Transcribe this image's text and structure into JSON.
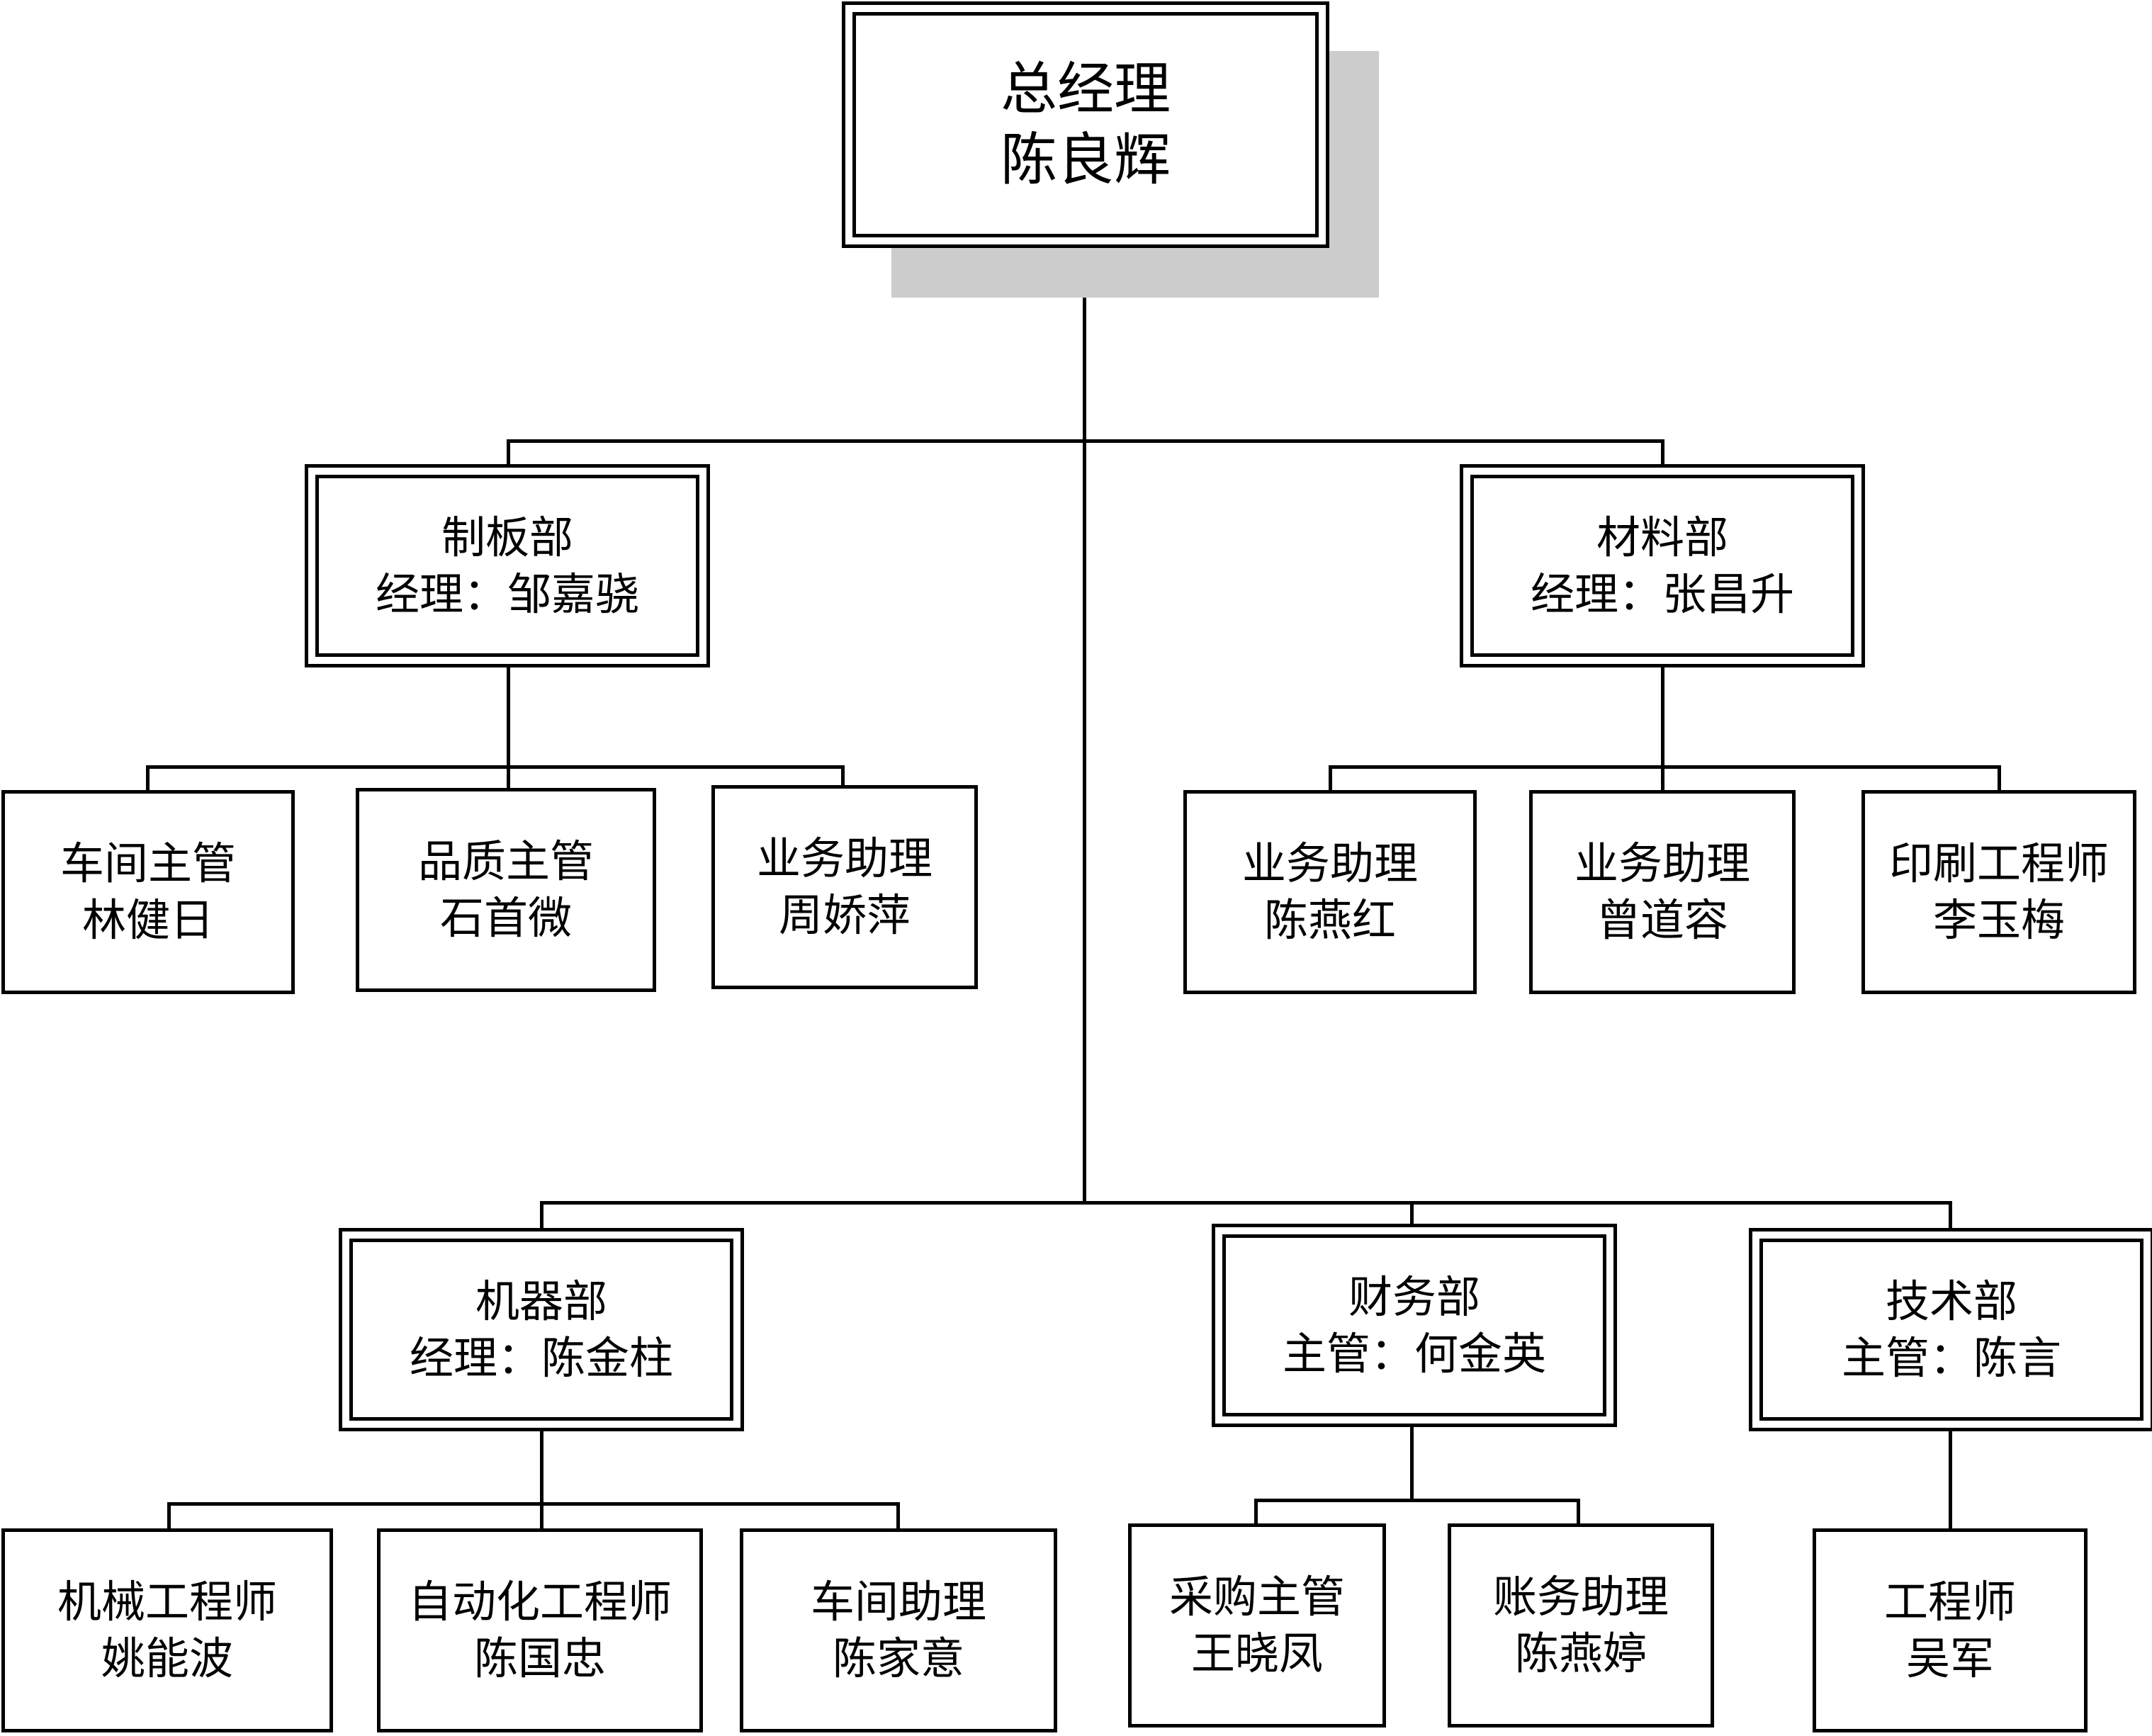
{
  "general_manager": {
    "title": "总经理",
    "name": "陈良辉"
  },
  "departments": {
    "zhiban": {
      "name": "制板部",
      "head": "经理：邹嘉骁",
      "staff": [
        {
          "role": "车间主管",
          "name": "林健日"
        },
        {
          "role": "品质主管",
          "name": "石首微"
        },
        {
          "role": "业务助理",
          "name": "周娇萍"
        }
      ]
    },
    "cailiao": {
      "name": "材料部",
      "head": "经理：张昌升",
      "staff": [
        {
          "role": "业务助理",
          "name": "陈燕红"
        },
        {
          "role": "业务助理",
          "name": "曾道容"
        },
        {
          "role": "印刷工程师",
          "name": "李玉梅"
        }
      ]
    },
    "jiqi": {
      "name": "机器部",
      "head": "经理：陈金柱",
      "staff": [
        {
          "role": "机械工程师",
          "name": "姚能波"
        },
        {
          "role": "自动化工程师",
          "name": "陈国忠"
        },
        {
          "role": "车间助理",
          "name": "陈家意"
        }
      ]
    },
    "caiwu": {
      "name": "财务部",
      "head": "主管：何金英",
      "staff": [
        {
          "role": "采购主管",
          "name": "王晓凤"
        },
        {
          "role": "账务助理",
          "name": "陈燕婷"
        }
      ]
    },
    "jishu": {
      "name": "技术部",
      "head": "主管：陈言",
      "staff": [
        {
          "role": "工程师",
          "name": "吴军"
        }
      ]
    }
  }
}
